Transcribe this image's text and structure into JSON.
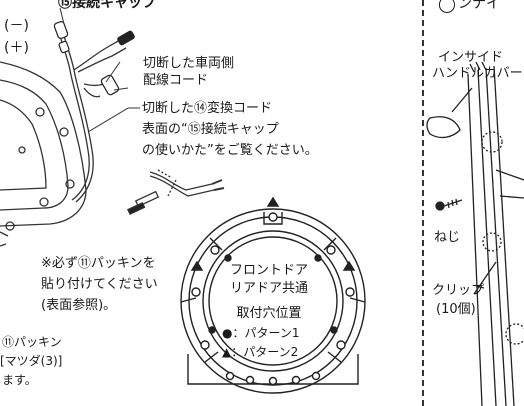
{
  "left_panel": {
    "cap_title": "⑮接続キャップ",
    "polarity_minus": "(－)",
    "polarity_plus": "(＋)",
    "cut_vehicle_wire_line1": "切断した車両側",
    "cut_vehicle_wire_line2": "配線コード",
    "cut_conversion_cord": "切断した⑭変換コード",
    "see_cap_usage_line1": "表面の“⑮接続キャップ",
    "see_cap_usage_line2": "の使いかた”をご覧ください。",
    "must_apply_line1": "※必ず⑪パッキンを",
    "must_apply_line2": "貼り付けてください",
    "must_apply_line3": "(表面参照)。",
    "front_rear_common_line1": "フロントドア",
    "front_rear_common_line2": "リアドア共通",
    "mount_hole_title": "取付穴位置",
    "pattern1": "●：パターン1",
    "pattern2": "▲：パターン2",
    "packing_label": "⑪パッキン",
    "mazda_ref": "[マツダ(3)]",
    "masu": "ます。"
  },
  "right_panel": {
    "header_glyph": "◯",
    "header_text": "ンナイ",
    "inside_label": "インサイド",
    "handle_cover_label": "ハンドルカバー",
    "screw_label": "ねじ",
    "clip_label": "クリップ",
    "clip_count": "(10個)"
  }
}
